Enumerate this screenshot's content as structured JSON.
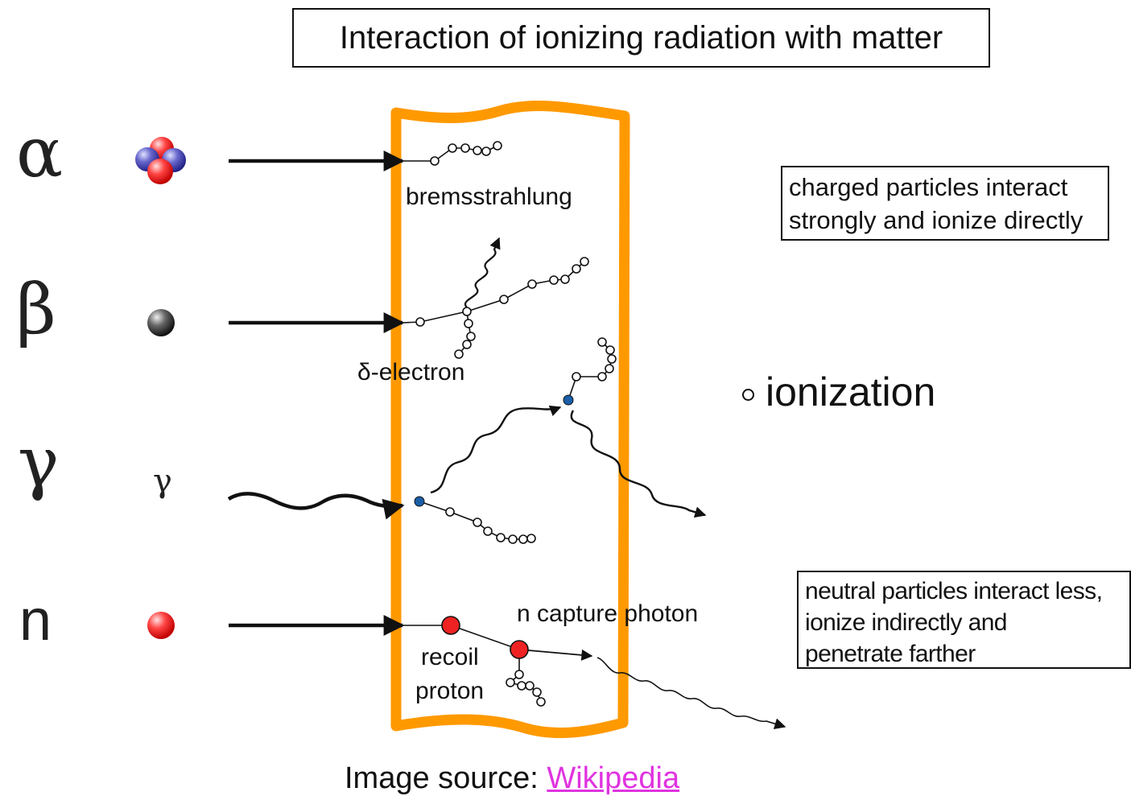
{
  "title": "Interaction of ionizing radiation with matter",
  "particles": {
    "alpha_symbol": "α",
    "beta_symbol": "β",
    "gamma_symbol": "γ",
    "gamma_small_symbol": "γ",
    "neutron_symbol": "n"
  },
  "labels": {
    "bremsstrahlung": "bremsstrahlung",
    "delta_electron": "δ-electron",
    "n_capture_photon": "n capture photon",
    "recoil": "recoil",
    "proton": "proton"
  },
  "notes": {
    "charged": [
      "charged particles interact",
      "strongly and ionize directly"
    ],
    "neutral": [
      "neutral particles interact less,",
      "ionize indirectly and",
      "penetrate farther"
    ]
  },
  "legend": {
    "ionization": "ionization"
  },
  "source": {
    "prefix": "Image source: ",
    "link_text": "Wikipedia"
  },
  "colors": {
    "slab": "#ff9900",
    "proton_red": "#ee2222",
    "neutron_blue": "#5555bb",
    "electron_gray": "#333333",
    "interaction_blue": "#1a5fa8",
    "link": "#e033e0"
  }
}
